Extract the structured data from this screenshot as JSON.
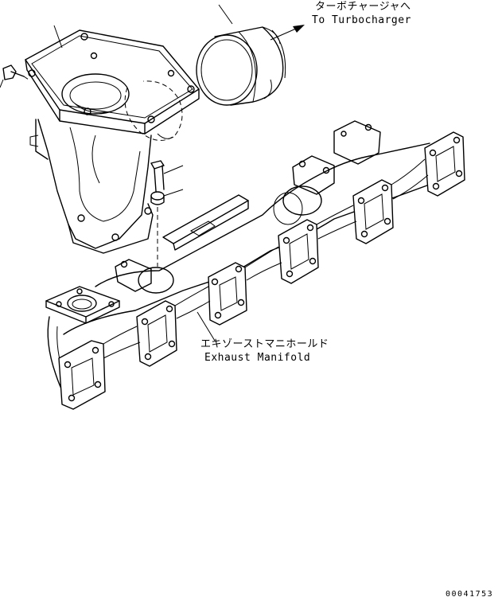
{
  "labels": {
    "turbo_jp": "ターボチャージャへ",
    "turbo_en": "To Turbocharger",
    "manifold_jp": "エキゾーストマニホールド",
    "manifold_en": "Exhaust Manifold",
    "drawing_code": "00041753"
  },
  "colors": {
    "line": "#000000",
    "background": "#ffffff"
  },
  "icons": {
    "direction_arrow": "arrow-to-turbocharger-icon"
  }
}
